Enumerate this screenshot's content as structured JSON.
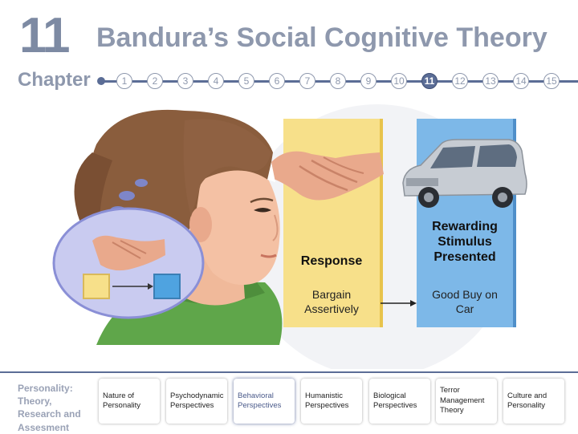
{
  "header": {
    "chapter_number": "11",
    "chapter_word": "Chapter",
    "title": "Bandura’s Social Cognitive Theory"
  },
  "nav": {
    "chapters": [
      "1",
      "2",
      "3",
      "4",
      "5",
      "6",
      "7",
      "8",
      "9",
      "10",
      "11",
      "12",
      "13",
      "14",
      "15"
    ],
    "active": "11"
  },
  "diagram": {
    "response_label": "Response",
    "response_sub": "Bargain Assertively",
    "reward_label": "Rewarding Stimulus Presented",
    "reward_sub": "Good Buy on Car"
  },
  "footer": {
    "book_title": "Personality: Theory, Research and Assesment",
    "cards": [
      "Nature of Personality",
      "Psychodynamic Perspectives",
      "Behavioral Perspectives",
      "Humanistic Perspectives",
      "Biological Perspectives",
      "Terror Management Theory",
      "Culture and Personality"
    ],
    "active_card": "Behavioral Perspectives"
  },
  "colors": {
    "accent": "#5b6d96",
    "response_box": "#f7e08a",
    "reward_box": "#7db8e8"
  },
  "icons": [
    "woman-head-illustration",
    "handshake-icon",
    "car-icon",
    "thought-bubble-icon",
    "arrow-right-icon"
  ]
}
